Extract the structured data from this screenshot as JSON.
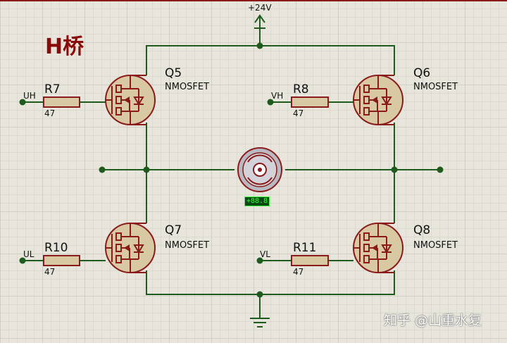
{
  "title": "H桥",
  "power": {
    "label": "+24V"
  },
  "transistors": [
    {
      "ref": "Q5",
      "type": "NMOSFET"
    },
    {
      "ref": "Q6",
      "type": "NMOSFET"
    },
    {
      "ref": "Q7",
      "type": "NMOSFET"
    },
    {
      "ref": "Q8",
      "type": "NMOSFET"
    }
  ],
  "resistors": [
    {
      "ref": "R7",
      "value": "47",
      "input": "UH"
    },
    {
      "ref": "R8",
      "value": "47",
      "input": "VH"
    },
    {
      "ref": "R10",
      "value": "47",
      "input": "UL"
    },
    {
      "ref": "R11",
      "value": "47",
      "input": "VL"
    }
  ],
  "motor": {
    "readout": "+88.8"
  },
  "watermark": "知乎 @山重水复",
  "colors": {
    "wire": "#1e5c1e",
    "component": "#8b1a1a",
    "body_fill": "#d9c9a3",
    "grid": "#cfcdc1",
    "background": "#e8e6dc"
  }
}
